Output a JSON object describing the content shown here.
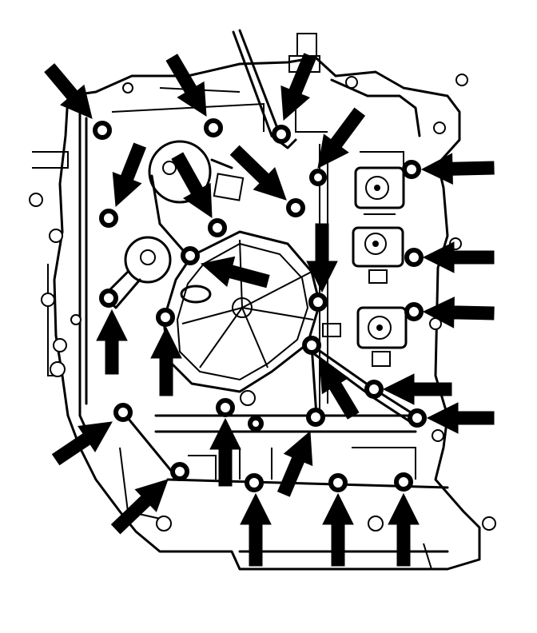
{
  "figure": {
    "kind": "line-drawing",
    "subject": "valve body",
    "colors": {
      "ink": "#000000",
      "paper": "#ffffff"
    },
    "bolt_count": 24,
    "arrow_count": 24
  }
}
